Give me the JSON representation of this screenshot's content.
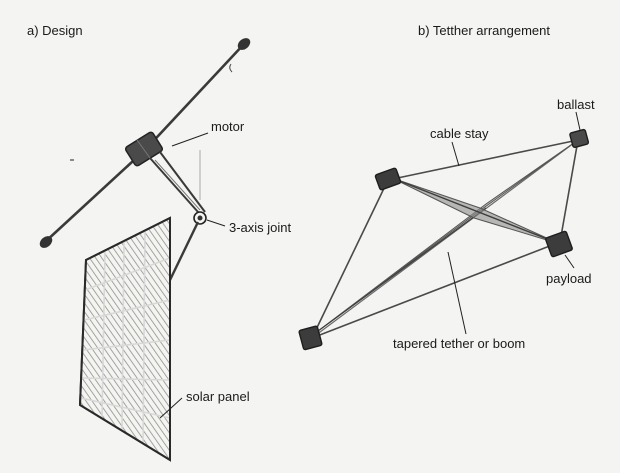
{
  "panel_a": {
    "title": "a)  Design",
    "labels": {
      "motor": "motor",
      "joint": "3-axis joint",
      "solar_panel": "solar panel"
    }
  },
  "panel_b": {
    "title": "b)   Tetther arrangement",
    "labels": {
      "cable_stay": "cable stay",
      "ballast": "ballast",
      "payload": "payload",
      "tether": "tapered tether or boom"
    }
  }
}
